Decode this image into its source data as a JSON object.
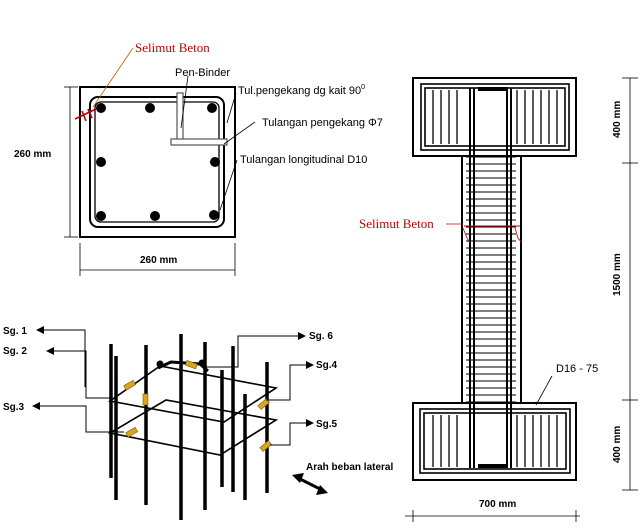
{
  "cross_section": {
    "selimut_beton": "Selimut Beton",
    "pen_binder": "Pen-Binder",
    "tul_pengekang_kait_base": "Tul.pengekang dg kait 90",
    "tul_pengekang_kait_sup": "0",
    "tulangan_pengekang": "Tulangan pengekang Φ7",
    "tulangan_longitudinal": "Tulangan longitudinal D10",
    "dim_left": "260 mm",
    "dim_bottom": "260 mm"
  },
  "cage_3d": {
    "gauges": [
      "Sg. 1",
      "Sg. 2",
      "Sg.3",
      "Sg.4",
      "Sg.5",
      "Sg. 6"
    ],
    "load_direction": "Arah beban lateral"
  },
  "elevation": {
    "selimut_beton": "Selimut Beton",
    "dim_top": "400 mm",
    "dim_middle": "1500 mm",
    "dim_bottom": "400 mm",
    "dim_width": "700 mm",
    "rebar_label": "D16 - 75"
  },
  "colors": {
    "annotation_red": "#c00000",
    "gauge_yellow": "#d9a520",
    "line": "#000000"
  }
}
